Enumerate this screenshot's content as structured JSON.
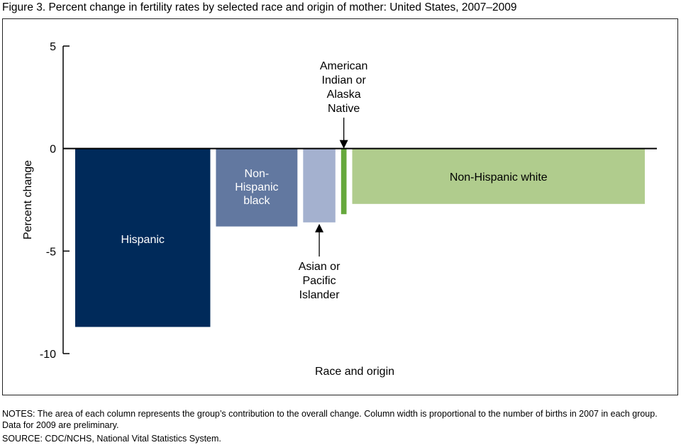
{
  "header": {
    "title": "Figure 3. Percent change in fertility rates by selected race and origin of mother: United States, 2007–2009"
  },
  "footer": {
    "notes": "NOTES: The area of each column represents the group’s contribution to the overall change. Column width is proportional to the number of births in 2007 in each group. Data for 2009 are preliminary.",
    "source": "SOURCE: CDC/NCHS, National Vital Statistics System."
  },
  "chart_data": {
    "type": "bar",
    "title": "Percent change in fertility rates by selected race and origin of mother: United States, 2007–2009",
    "xlabel": "Race and origin",
    "ylabel": "Percent change",
    "ylim": [
      -10,
      5
    ],
    "yticks": [
      5,
      0,
      -5,
      -10
    ],
    "grid": false,
    "categories": [
      "Hispanic",
      "Non-Hispanic black",
      "Asian or Pacific Islander",
      "American Indian or Alaska Native",
      "Non-Hispanic white"
    ],
    "bar_labels": [
      [
        "Hispanic"
      ],
      [
        "Non-",
        "Hispanic",
        "black"
      ],
      [
        "Asian or",
        "Pacific",
        "Islander"
      ],
      [
        "American",
        "Indian or",
        "Alaska",
        "Native"
      ],
      [
        "Non-Hispanic white"
      ]
    ],
    "values": [
      -8.7,
      -3.8,
      -3.6,
      -3.2,
      -2.7
    ],
    "relative_width": [
      0.247,
      0.149,
      0.059,
      0.01,
      0.535
    ],
    "colors": [
      "#002a5a",
      "#6278a0",
      "#a4b1cf",
      "#66a83c",
      "#b0cc8d"
    ]
  }
}
